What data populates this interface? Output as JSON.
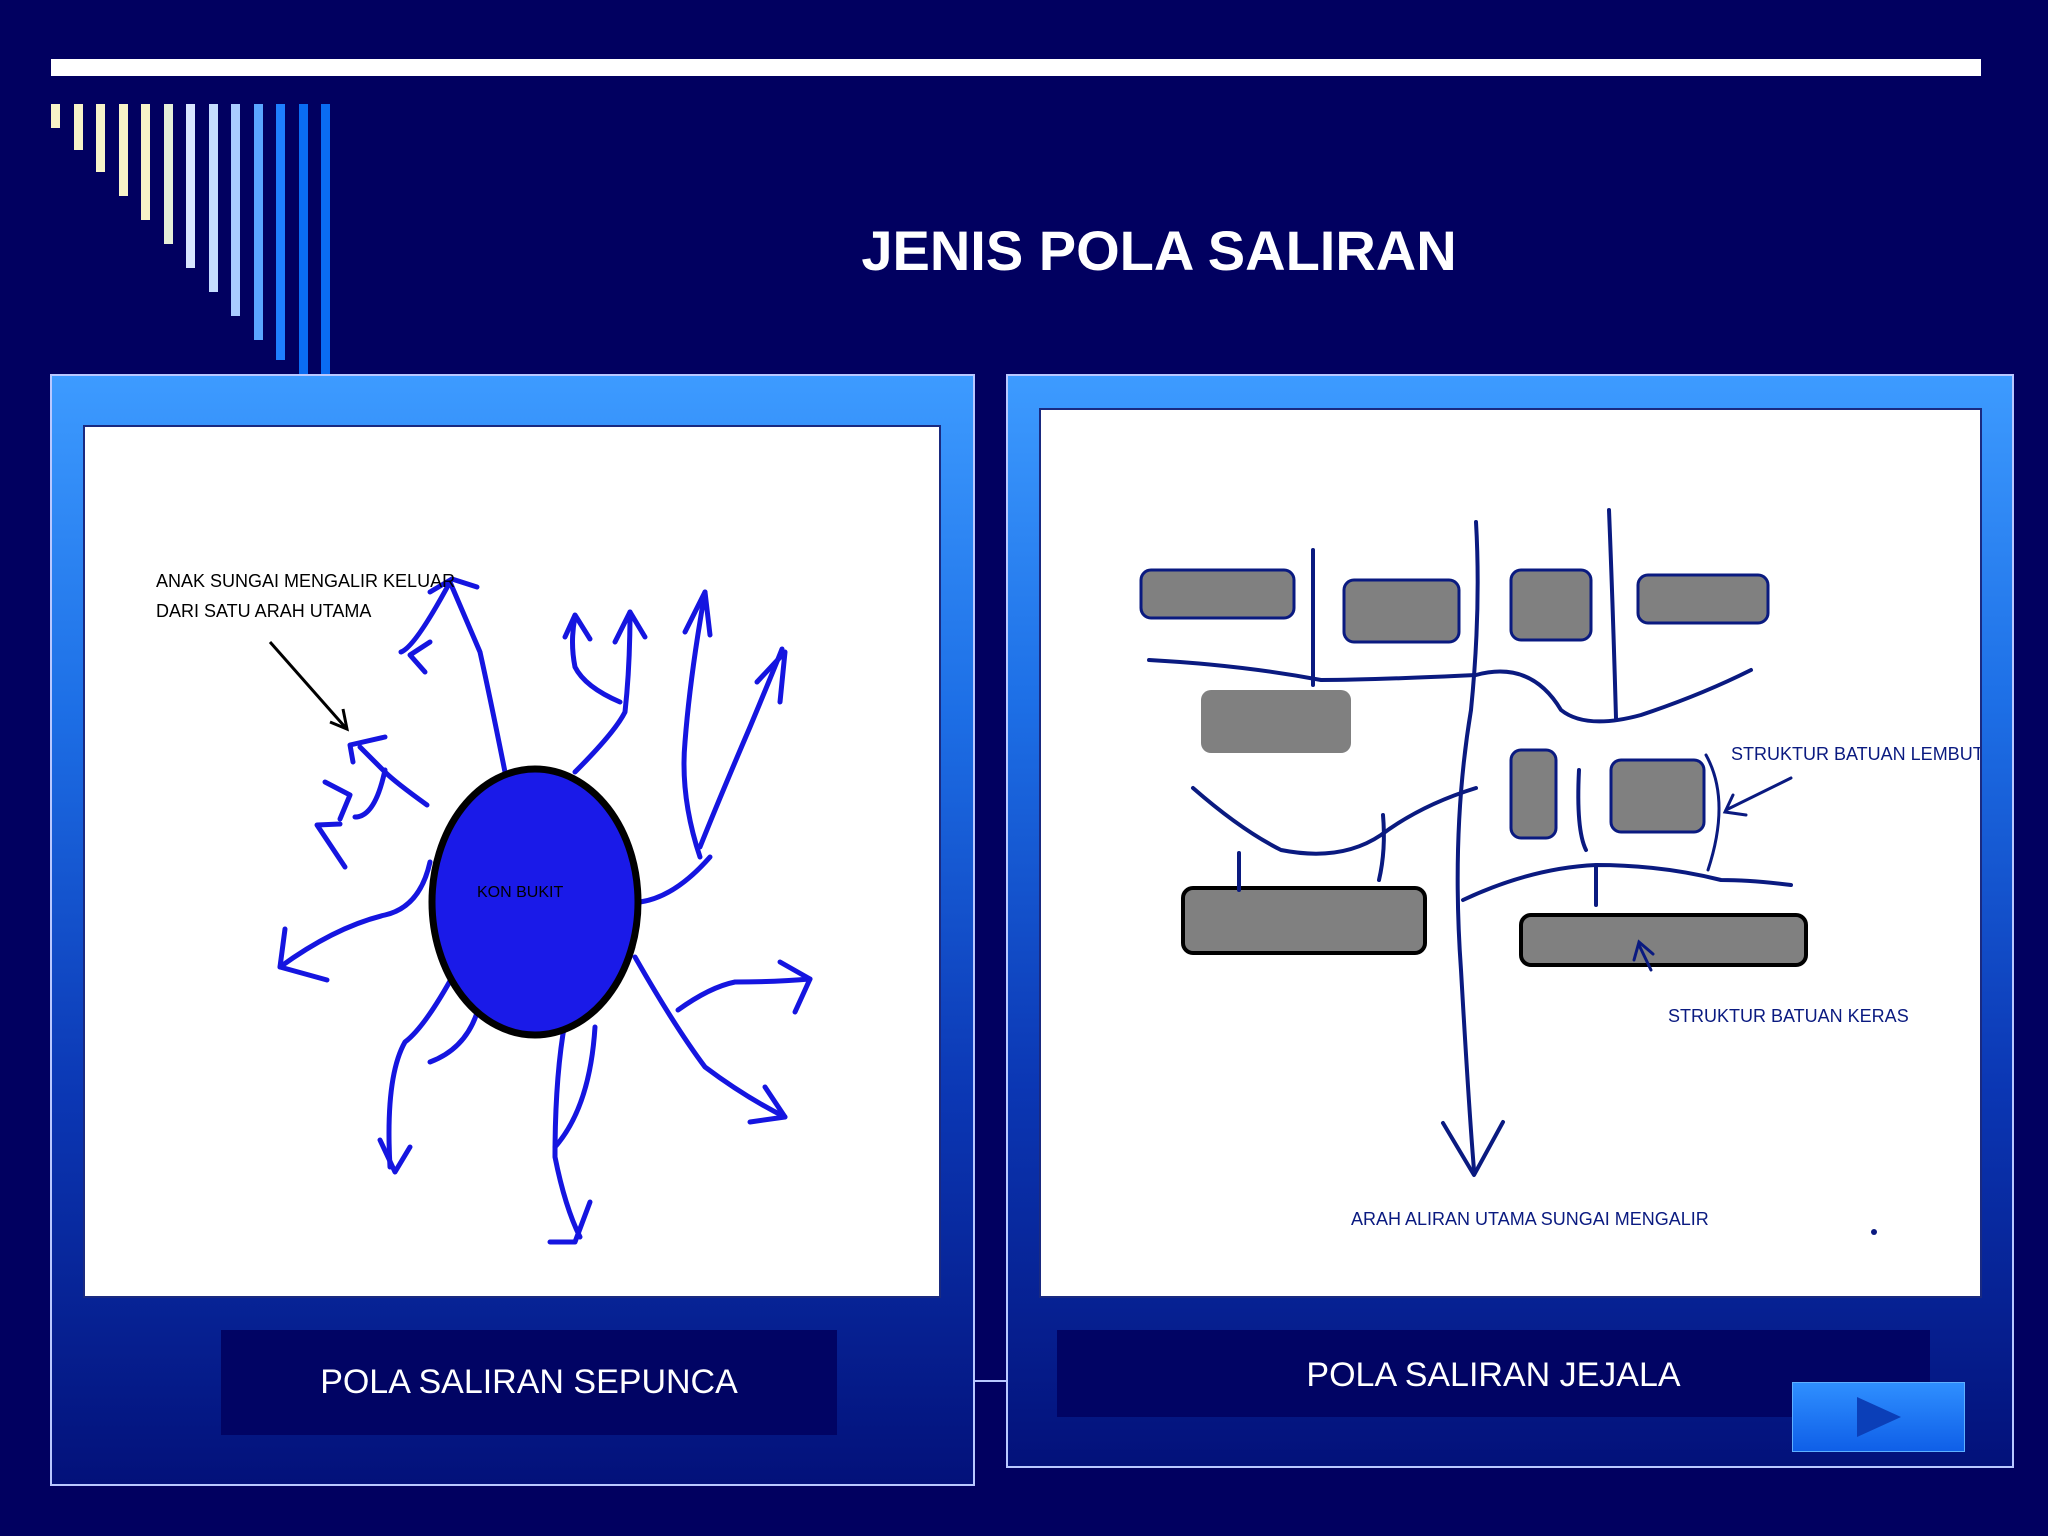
{
  "slide": {
    "title": "JENIS POLA SALIRAN",
    "colors": {
      "background": "#010060",
      "accent": "#3d9bff",
      "river": "#1010e0",
      "river_dark": "#0a1a80",
      "rock": "#808080"
    }
  },
  "left_panel": {
    "caption": "POLA SALIRAN SEPUNCA",
    "diagram": {
      "annotation_line1": "ANAK SUNGAI MENGALIR KELUAR",
      "annotation_line2": "DARI SATU ARAH UTAMA",
      "center_label": "KON BUKIT"
    }
  },
  "right_panel": {
    "caption": "POLA SALIRAN JEJALA",
    "diagram": {
      "soft_rock_label": "STRUKTUR BATUAN LEMBUT",
      "hard_rock_label": "STRUKTUR BATUAN KERAS",
      "main_flow_label": "ARAH ALIRAN UTAMA SUNGAI MENGALIR"
    }
  },
  "navigation": {
    "next_icon": "play-right-icon"
  }
}
